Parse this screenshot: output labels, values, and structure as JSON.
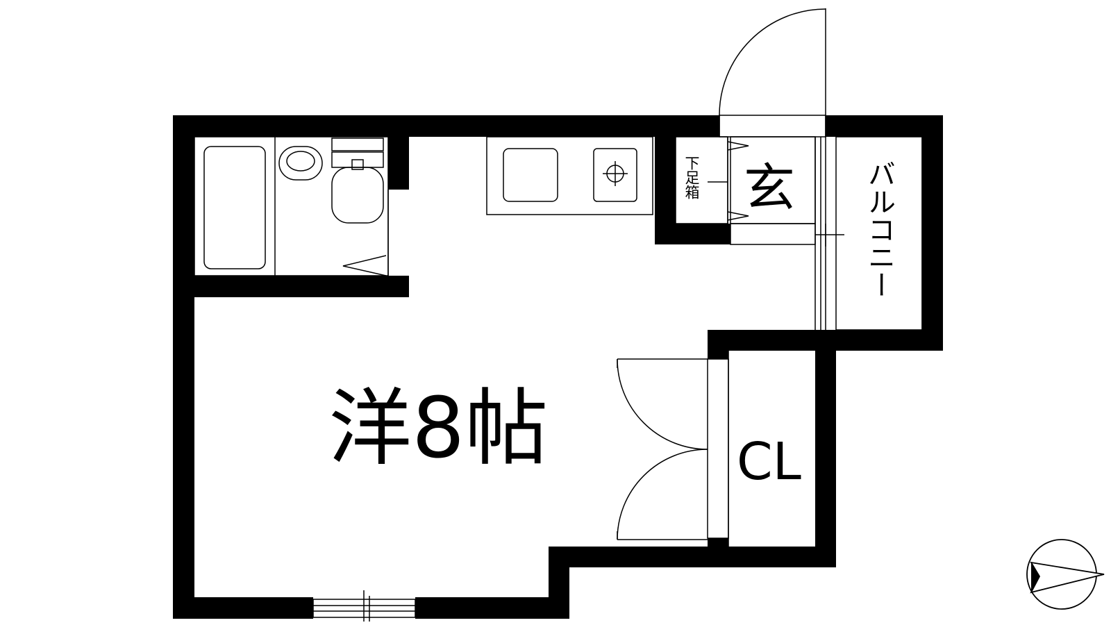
{
  "rooms": {
    "main_room": "洋8帖",
    "entrance": "玄",
    "shoe_box": "下足箱",
    "balcony": "バルコニー",
    "closet": "CL"
  },
  "colors": {
    "wall": "#000000",
    "background": "#ffffff",
    "line": "#000000"
  },
  "compass": {
    "icon": "north-arrow-icon"
  }
}
